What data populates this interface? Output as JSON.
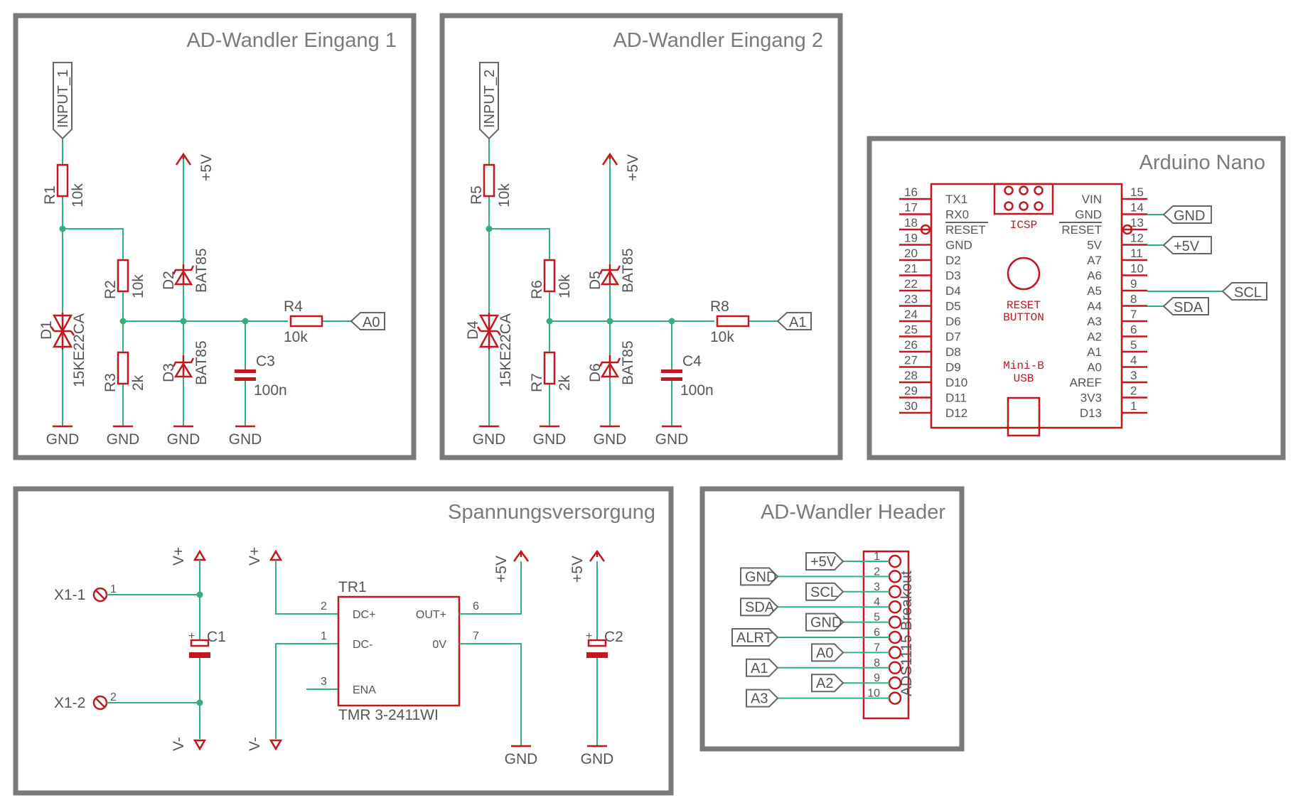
{
  "frames": {
    "adc1": "AD-Wandler Eingang 1",
    "adc2": "AD-Wandler Eingang 2",
    "nano": "Arduino Nano",
    "power": "Spannungsversorgung",
    "header": "AD-Wandler Header"
  },
  "nets": {
    "gnd": "GND",
    "p5v": "+5V",
    "vplus": "V+",
    "vminus": "V-",
    "a0": "A0",
    "a1": "A1",
    "scl": "SCL",
    "sda": "SDA"
  },
  "adc1": {
    "input": "INPUT_1",
    "r1": {
      "name": "R1",
      "value": "10k"
    },
    "r2": {
      "name": "R2",
      "value": "10k"
    },
    "r3": {
      "name": "R3",
      "value": "2k"
    },
    "r4": {
      "name": "R4",
      "value": "10k"
    },
    "d1": {
      "name": "D1",
      "value": "15KE22CA"
    },
    "d2": {
      "name": "D2",
      "value": "BAT85"
    },
    "d3": {
      "name": "D3",
      "value": "BAT85"
    },
    "c3": {
      "name": "C3",
      "value": "100n"
    }
  },
  "adc2": {
    "input": "INPUT_2",
    "r5": {
      "name": "R5",
      "value": "10k"
    },
    "r6": {
      "name": "R6",
      "value": "10k"
    },
    "r7": {
      "name": "R7",
      "value": "2k"
    },
    "r8": {
      "name": "R8",
      "value": "10k"
    },
    "d4": {
      "name": "D4",
      "value": "15KE22CA"
    },
    "d5": {
      "name": "D5",
      "value": "BAT85"
    },
    "d6": {
      "name": "D6",
      "value": "BAT85"
    },
    "c4": {
      "name": "C4",
      "value": "100n"
    }
  },
  "nano": {
    "left_nums": [
      "16",
      "17",
      "18",
      "19",
      "20",
      "21",
      "22",
      "23",
      "24",
      "25",
      "26",
      "27",
      "28",
      "29",
      "30"
    ],
    "left_names": [
      "TX1",
      "RX0",
      "RESET",
      "GND",
      "D2",
      "D3",
      "D4",
      "D5",
      "D6",
      "D7",
      "D8",
      "D9",
      "D10",
      "D11",
      "D12"
    ],
    "right_nums": [
      "15",
      "14",
      "13",
      "12",
      "11",
      "10",
      "9",
      "8",
      "7",
      "6",
      "5",
      "4",
      "3",
      "2",
      "1"
    ],
    "right_names": [
      "VIN",
      "GND",
      "RESET",
      "5V",
      "A7",
      "A6",
      "A5",
      "A4",
      "A3",
      "A2",
      "A1",
      "A0",
      "AREF",
      "3V3",
      "D13"
    ],
    "icsp": "ICSP",
    "reset_button": [
      "RESET",
      "BUTTON"
    ],
    "usb": [
      "Mini-B",
      "USB"
    ]
  },
  "power": {
    "x1_1": "X1-1",
    "x1_2": "X1-2",
    "pin1": "1",
    "pin2": "2",
    "c1": "C1",
    "c2": "C2",
    "plus": "+",
    "tr1": {
      "name": "TR1",
      "value": "TMR 3-2411WI",
      "dcplus": "DC+",
      "dcminus": "DC-",
      "ena": "ENA",
      "outplus": "OUT+",
      "zero_v": "0V",
      "pin_dcplus": "2",
      "pin_dcminus": "1",
      "pin_ena": "3",
      "pin_outplus": "6",
      "pin_0v": "7"
    }
  },
  "header": {
    "part_value": "ADS1115 Breakout",
    "pins": [
      "1",
      "2",
      "3",
      "4",
      "5",
      "6",
      "7",
      "8",
      "9",
      "10"
    ],
    "nets": [
      "+5V",
      "GND",
      "SCL",
      "SDA",
      "GND",
      "ALRT",
      "A0",
      "A1",
      "A2",
      "A3"
    ]
  }
}
